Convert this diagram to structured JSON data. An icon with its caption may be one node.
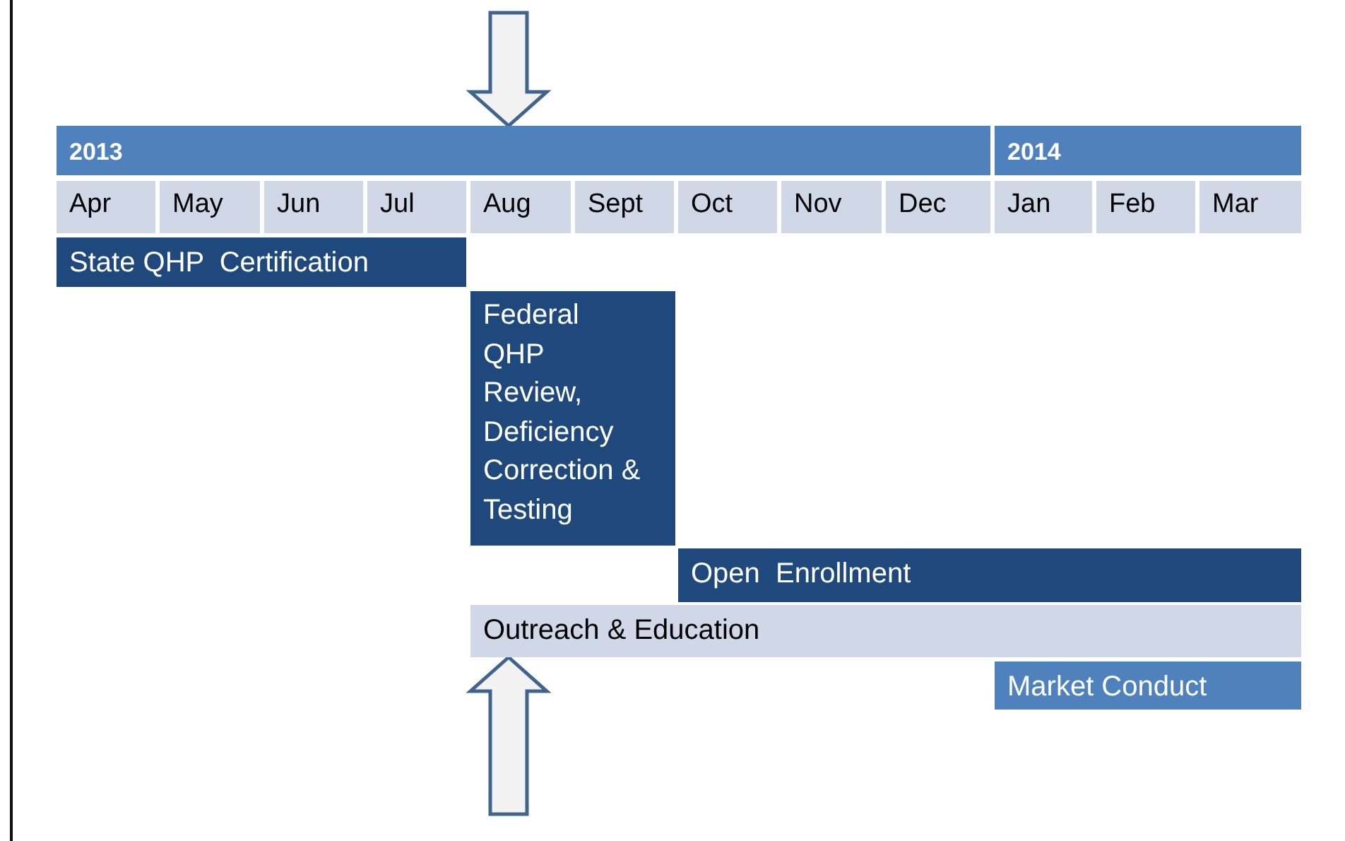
{
  "diagram": {
    "nodes": [
      {
        "text": [
          "2013"
        ]
      },
      {
        "text": [
          "2014"
        ]
      },
      {
        "text": [
          "Apr"
        ]
      },
      {
        "text": [
          "May"
        ]
      },
      {
        "text": [
          "Jun"
        ]
      },
      {
        "text": [
          "Jul"
        ]
      },
      {
        "text": [
          "Aug"
        ]
      },
      {
        "text": [
          "Sept"
        ]
      },
      {
        "text": [
          "Oct"
        ]
      },
      {
        "text": [
          "Nov"
        ]
      },
      {
        "text": [
          "Dec"
        ]
      },
      {
        "text": [
          "Jan"
        ]
      },
      {
        "text": [
          "Feb"
        ]
      },
      {
        "text": [
          "Mar"
        ]
      },
      {
        "text": [
          "State QHP  Certification"
        ]
      },
      {
        "text": [
          "Federal QHP Review, Deficiency Correction & Testing"
        ]
      },
      {
        "text": [
          "Open  Enrollment"
        ]
      },
      {
        "text": [
          "Outreach & Education"
        ]
      },
      {
        "text": [
          "Market Conduct"
        ]
      }
    ],
    "edges": [
      {
        "from": null,
        "to": 0,
        "arrow": "to"
      },
      {
        "from": null,
        "to": 17,
        "arrow": "to"
      }
    ]
  }
}
